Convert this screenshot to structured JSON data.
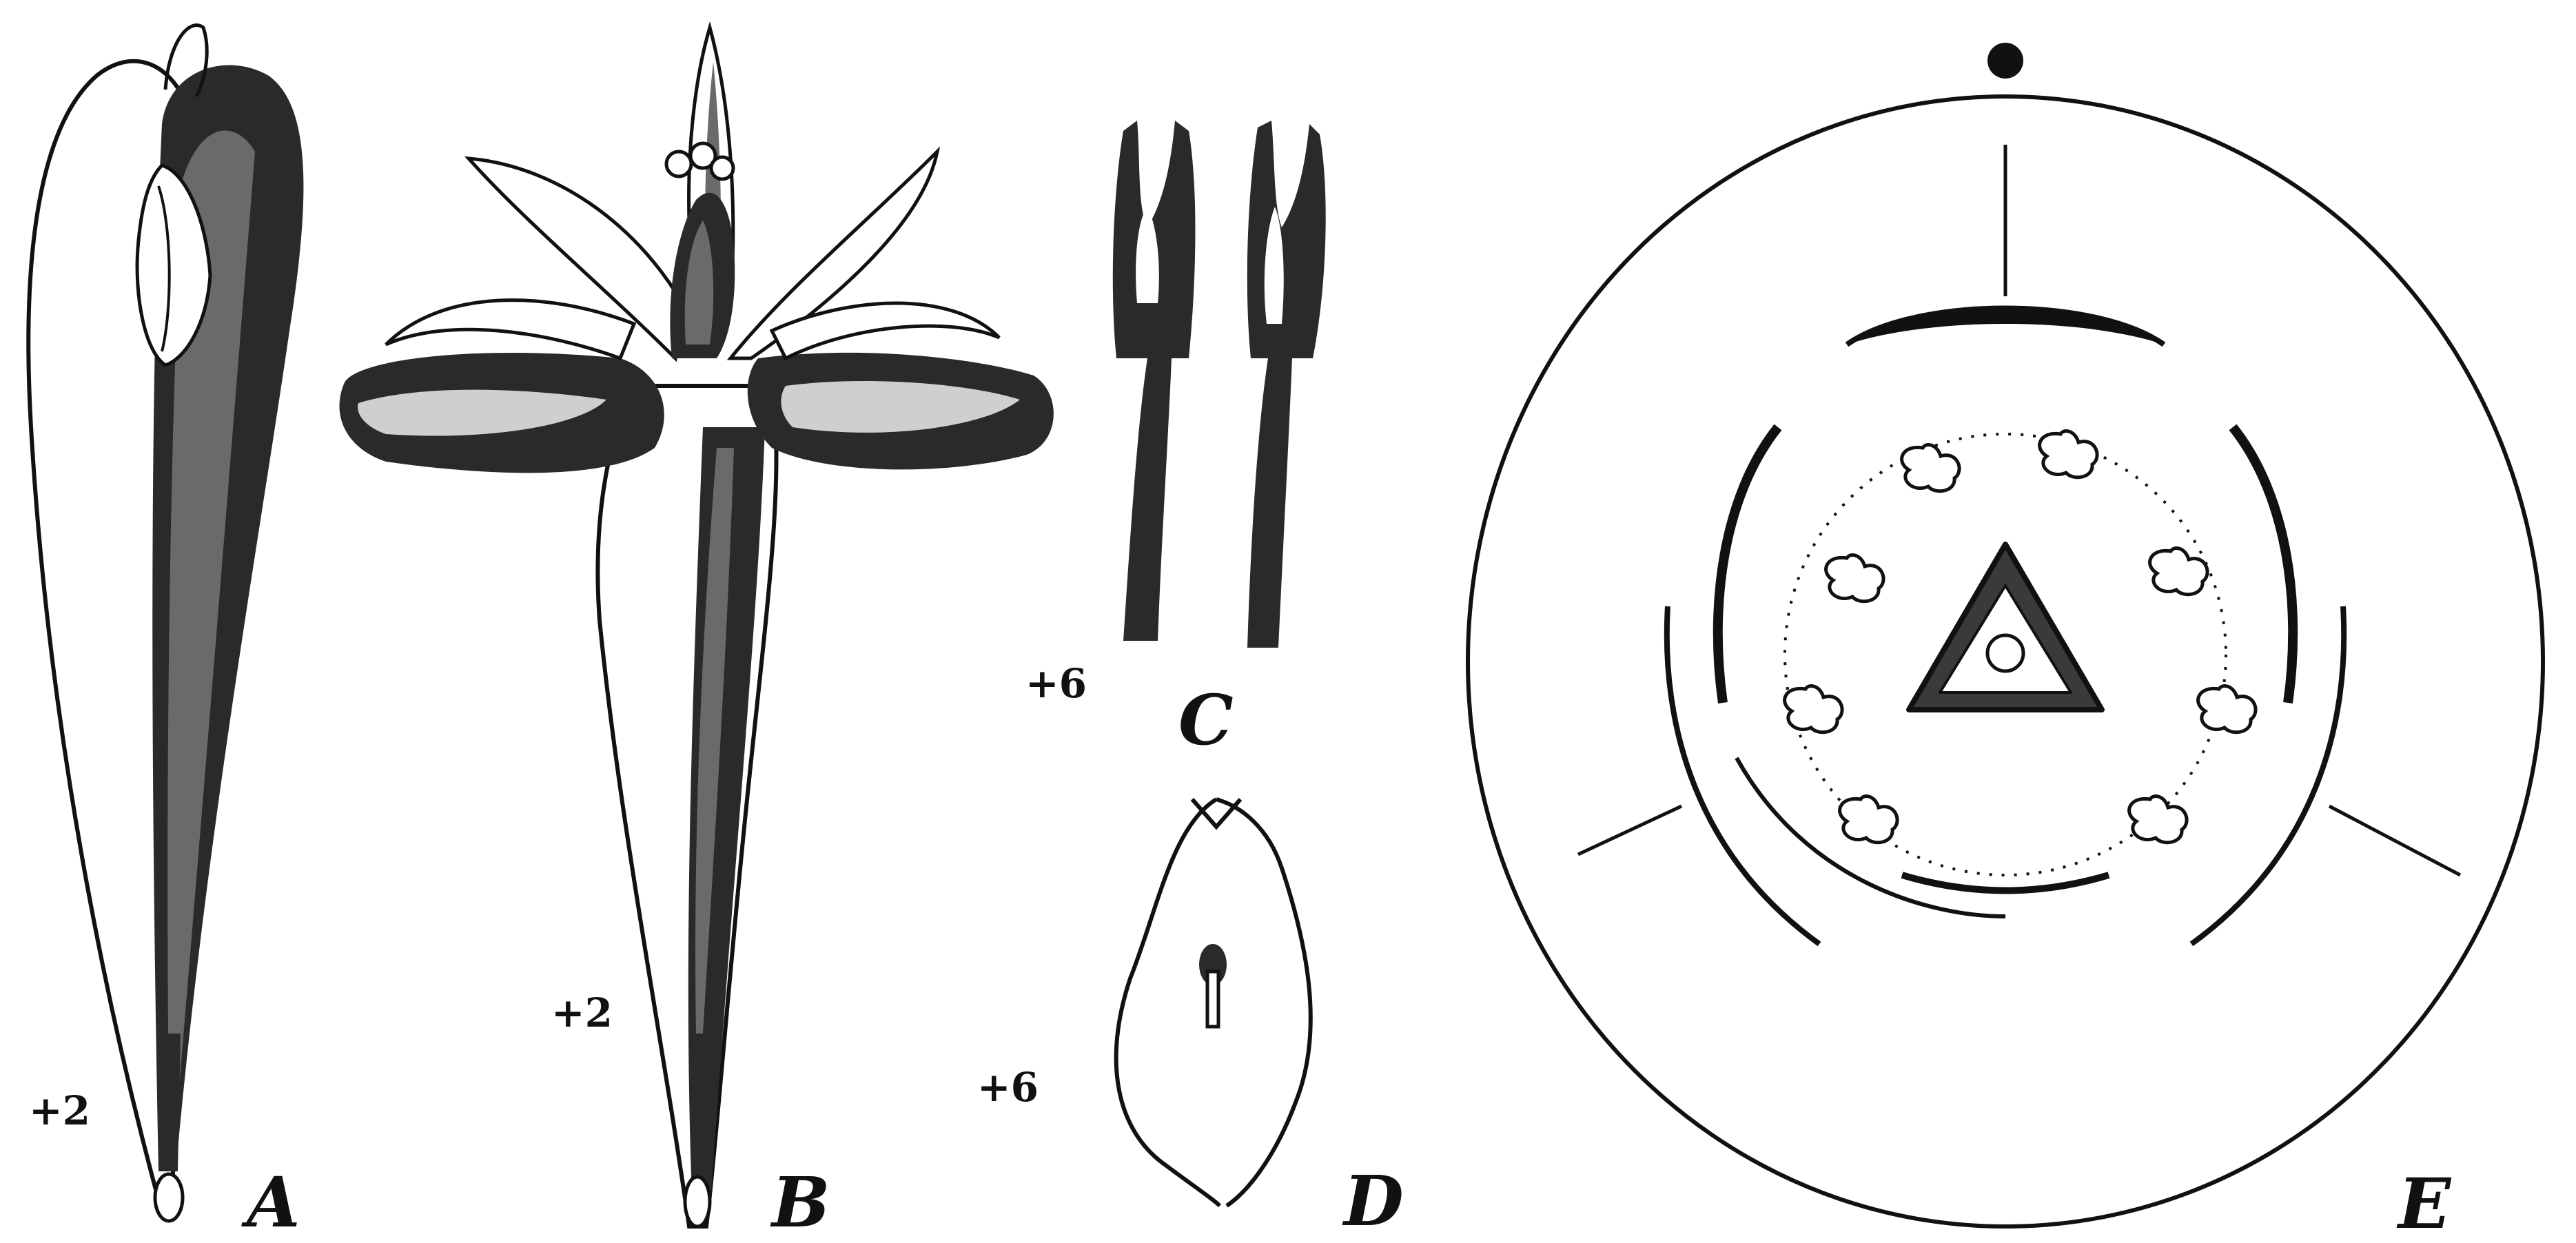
{
  "plate": {
    "figures": [
      {
        "id": "A",
        "label": "A",
        "scale": "+2",
        "subject": "flower bud"
      },
      {
        "id": "B",
        "label": "B",
        "scale": "+2",
        "subject": "open flower"
      },
      {
        "id": "C",
        "label": "C",
        "scale": "+6",
        "subject": "stamens"
      },
      {
        "id": "D",
        "label": "D",
        "scale": "+6",
        "subject": "petal"
      },
      {
        "id": "E",
        "label": "E",
        "scale": "",
        "subject": "floral diagram"
      }
    ]
  }
}
